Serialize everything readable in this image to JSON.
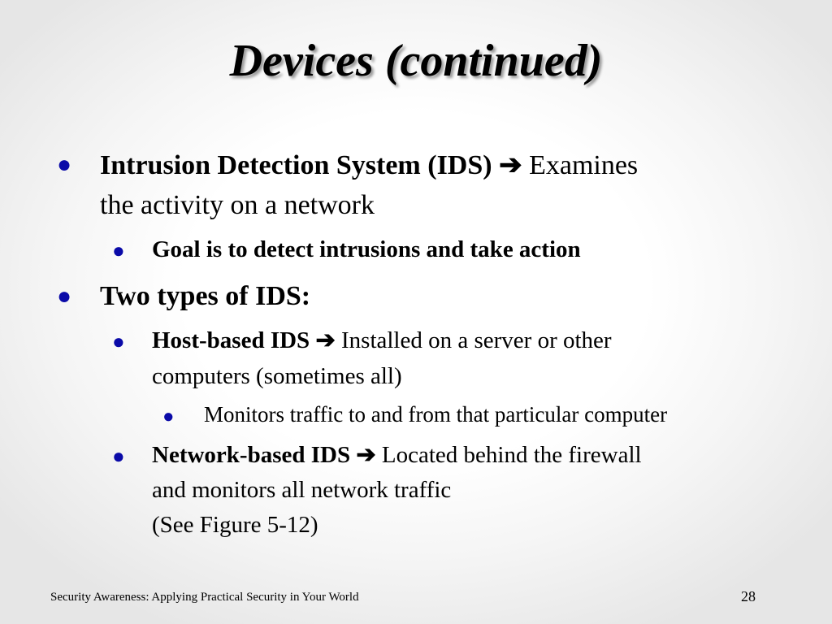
{
  "slide": {
    "title": "Devices (continued)",
    "bullets": [
      {
        "lead": "Intrusion Detection System (IDS)",
        "arrow": "➔",
        "rest_line1": "Examines",
        "line2": "the activity on a network"
      },
      {
        "text": "Goal is to detect intrusions and take action"
      },
      {
        "text": "Two types of IDS:"
      },
      {
        "lead": "Host-based IDS",
        "arrow": "➔",
        "rest_line1": "Installed on a server or other",
        "line2": "computers (sometimes all)"
      },
      {
        "text": "Monitors traffic to and from that particular computer"
      },
      {
        "lead": "Network-based IDS",
        "arrow": "➔",
        "rest_line1": "Located behind the firewall",
        "line2": "and monitors all network traffic",
        "line3": "(See Figure 5-12)"
      }
    ],
    "bullet_glyph": "●",
    "bullet_color": "#0a0aa8"
  },
  "footer": {
    "course": "Security Awareness: Applying Practical Security in Your World",
    "page_number": "28"
  }
}
